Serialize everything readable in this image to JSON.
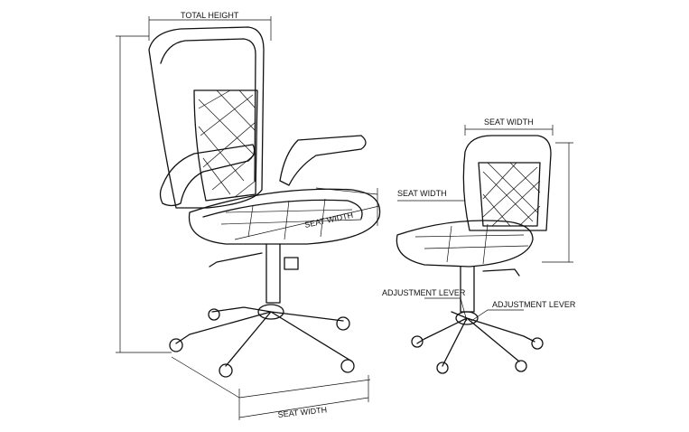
{
  "title": "Office chair dimension diagram",
  "labels": {
    "total_height": "TOTAL HEIGHT",
    "seat_width_big_seat": "SEAT WIDTH",
    "seat_width_big_base": "SEAT WIDTH",
    "seat_width_small_top": "SEAT WIDTH",
    "seat_width_small_side": "SEAT WIDTH",
    "adjustment_lever_left": "ADJUSTMENT LEVER",
    "adjustment_lever_right": "ADJUSTMENT LEVER"
  }
}
